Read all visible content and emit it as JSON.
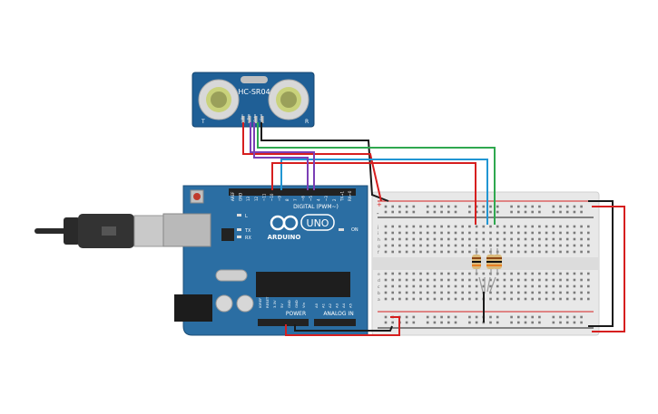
{
  "sensor": {
    "model": "HC-SR04",
    "left_letter": "T",
    "right_letter": "R",
    "pins": [
      "Vcc",
      "Trig",
      "Echo",
      "Gnd"
    ]
  },
  "arduino": {
    "logo": "ARDUINO",
    "uno_badge": "UNO",
    "digital_label": "DIGITAL (PWM~)",
    "power_label": "POWER",
    "analog_label": "ANALOG IN",
    "on_label": "ON",
    "tx_label": "TX",
    "rx_label": "RX",
    "l_label": "L",
    "header_top_pins": [
      "AREF",
      "GND",
      "13",
      "12",
      "~11",
      "~10",
      "~9",
      "8",
      "7",
      "~6",
      "~5",
      "4",
      "~3",
      "2",
      "TX→1",
      "RX←0"
    ],
    "power_pins": [
      "IOREF",
      "RESET",
      "3.3V",
      "5V",
      "GND",
      "GND",
      "Vin"
    ],
    "analog_pins": [
      "A0",
      "A1",
      "A2",
      "A3",
      "A4",
      "A5"
    ]
  },
  "breadboard": {
    "rail_plus": "+",
    "rail_minus": "-",
    "row_letters_top": [
      "j",
      "i",
      "h",
      "g",
      "f"
    ],
    "row_letters_bottom": [
      "e",
      "d",
      "c",
      "b",
      "a"
    ],
    "column_count": 30
  },
  "colors": {
    "arduino_board": "#2b6ea3",
    "sensor_board": "#1f5f96",
    "breadboard": "#e8e8e8",
    "wire_red": "#d61f1f",
    "wire_black": "#1a1a1a",
    "wire_green": "#2fa84f",
    "wire_blue": "#2196d3",
    "wire_purple": "#7b3fb5",
    "usb": "#2a2a2a"
  }
}
